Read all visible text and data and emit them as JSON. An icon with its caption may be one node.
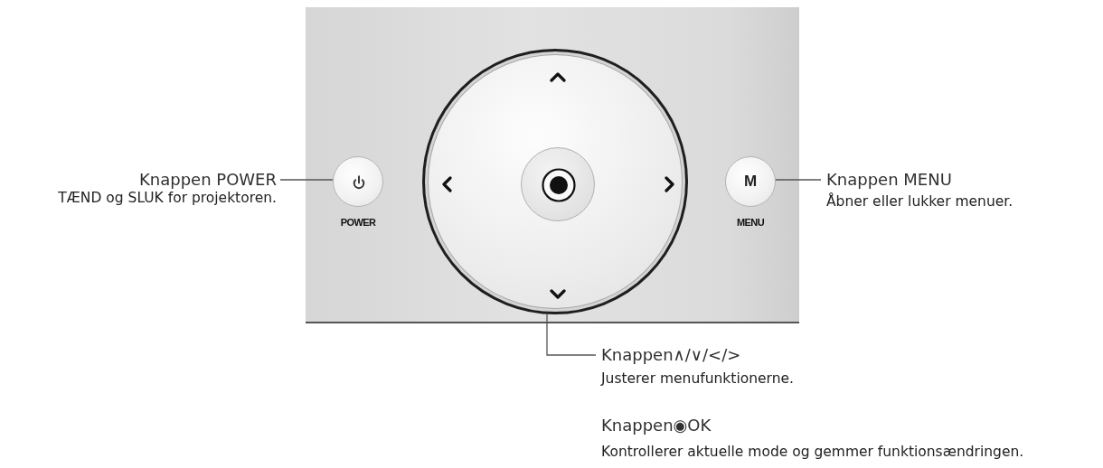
{
  "diagram": {
    "nodes": [
      {
        "text": [
          "Knappen POWER",
          "TÆND og SLUK for projektoren."
        ]
      },
      {
        "text": [],
        "shape": "box"
      },
      {
        "text": [],
        "shape": "circle",
        "in": 1,
        "beside": [
          "POWER"
        ]
      },
      {
        "text": [],
        "shape": "circle",
        "in": 1
      },
      {
        "text": [],
        "shape": "circle",
        "in": 3
      },
      {
        "text": [
          "M"
        ],
        "in": 1,
        "beside": [
          "MENU"
        ]
      },
      {
        "text": [
          "Knappen MENU",
          "Åbner eller lukker menuer."
        ]
      },
      {
        "text": [
          "Knappen∧/∨/</>",
          "Justerer menufunktionerne."
        ]
      }
    ],
    "edges": [
      {
        "from": 0,
        "to": 2,
        "arrow": "none"
      },
      {
        "from": 6,
        "to": 5,
        "arrow": "none"
      },
      {
        "from": 7,
        "to": 3,
        "arrow": "none"
      }
    ],
    "labels": [
      "Knappen◉OK",
      "Kontrollerer aktuelle mode og gemmer funktionsændringen."
    ]
  }
}
